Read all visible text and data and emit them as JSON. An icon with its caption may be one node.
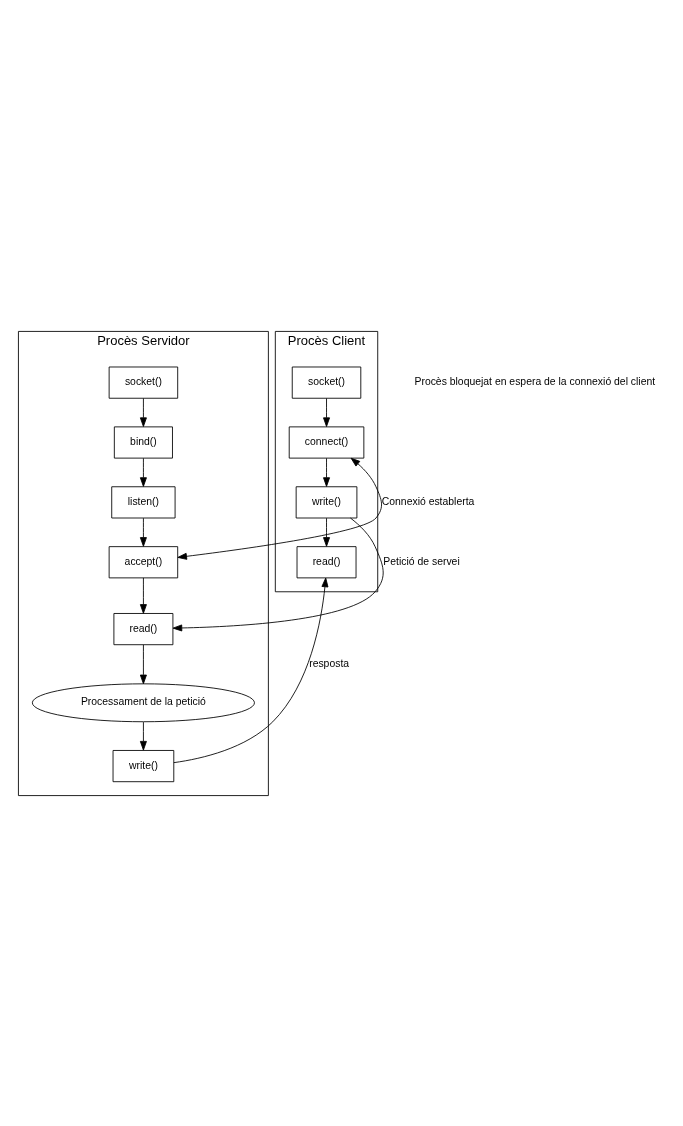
{
  "diagram": {
    "nodes": [
      {
        "text": [
          "Procès Servidor"
        ]
      },
      {
        "text": [
          "socket()"
        ],
        "in": 0
      },
      {
        "text": [
          "bind()"
        ],
        "in": 0
      },
      {
        "text": [
          "listen()"
        ],
        "in": 0
      },
      {
        "text": [
          "accept()"
        ],
        "in": 0
      },
      {
        "text": [
          "read()"
        ],
        "in": 0
      },
      {
        "text": [
          "Processament de la petició"
        ],
        "in": 0
      },
      {
        "text": [
          "write()"
        ],
        "in": 0
      },
      {
        "text": [
          "Procès Client"
        ]
      },
      {
        "text": [
          "socket()"
        ],
        "in": 8
      },
      {
        "text": [
          "connect()"
        ],
        "in": 8
      },
      {
        "text": [
          "write()"
        ],
        "in": 8
      },
      {
        "text": [
          "read()"
        ],
        "in": 8
      }
    ],
    "edges": [
      {
        "from": 1,
        "to": 2,
        "arrow": "to"
      },
      {
        "from": 2,
        "to": 3,
        "arrow": "to"
      },
      {
        "from": 3,
        "to": 4,
        "arrow": "to"
      },
      {
        "from": 4,
        "to": 5,
        "arrow": "to"
      },
      {
        "from": 5,
        "to": 6,
        "arrow": "to"
      },
      {
        "from": 6,
        "to": 7,
        "arrow": "to"
      },
      {
        "from": 4,
        "to": 10,
        "arrow": "both",
        "label": "Connexió establerta"
      },
      {
        "from": 9,
        "to": 10,
        "arrow": "to"
      },
      {
        "from": 10,
        "to": 11,
        "arrow": "to"
      },
      {
        "from": 11,
        "to": 5,
        "arrow": "to",
        "label": "Petició de servei"
      },
      {
        "from": 11,
        "to": 12,
        "arrow": "to"
      },
      {
        "from": 7,
        "to": 12,
        "arrow": "to",
        "label": "resposta"
      }
    ],
    "labels": [
      "Procès bloquejat en espera de la connexió del client"
    ]
  }
}
